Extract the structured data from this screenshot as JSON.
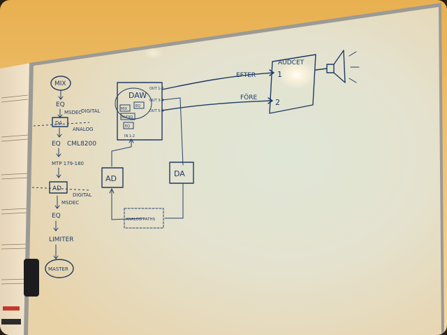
{
  "whiteboard": {
    "chain": [
      {
        "id": "mix",
        "label": "MIX"
      },
      {
        "id": "eq1",
        "label": "EQ"
      },
      {
        "id": "note1",
        "label": "MSDEC"
      },
      {
        "id": "note2",
        "label": "DIGITAL"
      },
      {
        "id": "da",
        "label": "DA"
      },
      {
        "id": "note3",
        "label": "ANALOG"
      },
      {
        "id": "eq2",
        "label": "EQ"
      },
      {
        "id": "model",
        "label": "CML8200"
      },
      {
        "id": "note4",
        "label": "MTP 179-180"
      },
      {
        "id": "ad",
        "label": "AD"
      },
      {
        "id": "note5",
        "label": "DIGITAL"
      },
      {
        "id": "note6",
        "label": "MSDEC"
      },
      {
        "id": "eq3",
        "label": "EQ"
      },
      {
        "id": "limiter",
        "label": "LIMITER"
      },
      {
        "id": "master",
        "label": "MASTER"
      }
    ],
    "daw": {
      "label": "DAW",
      "inner": [
        "MIX",
        "EQ",
        "AUDIO",
        "EQ"
      ],
      "ports": [
        "OUT 1-2",
        "OUT 3-4",
        "OUT 5-6"
      ],
      "bottom": "IN 1-2"
    },
    "ad_box": "AD",
    "da_box": "DA",
    "analog_path": "ANALOG PATHS",
    "lines": {
      "first": "EFTER",
      "second": "FÖRE"
    },
    "audio": {
      "label": "AUDCET",
      "in1": "1",
      "in2": "2"
    }
  }
}
